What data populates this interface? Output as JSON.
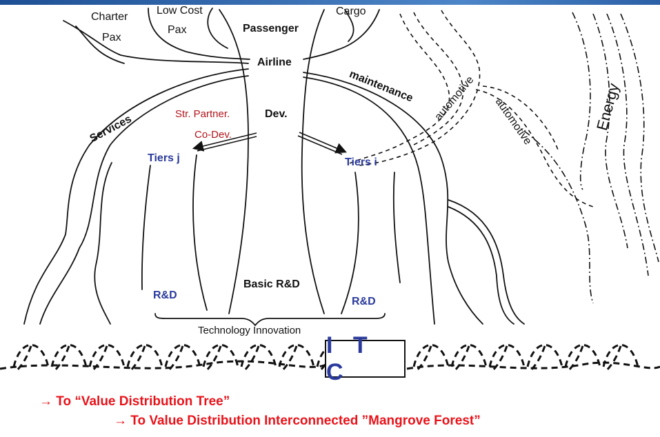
{
  "colors": {
    "accent_red": "#e8131a",
    "label_blue": "#2a3a9c",
    "dark_red": "#b3141b",
    "topbar": "#2b5fa6"
  },
  "labels": {
    "charter": "Charter",
    "pax1": "Pax",
    "lowcost": "Low Cost",
    "pax2": "Pax",
    "cargo": "Cargo",
    "passenger": "Passenger",
    "airline": "Airline",
    "maintenance": "maintenance",
    "automotive1": "automotive",
    "automotive2": "automotive",
    "energy": "Energy",
    "services": "Services",
    "str_partner": "Str. Partner.",
    "co_dev": "Co-Dev.",
    "dev": "Dev.",
    "tiers_j": "Tiers j",
    "tiers_i": "Tiers i",
    "rd_left": "R&D",
    "basic_rd": "Basic R&D",
    "rd_right": "R&D",
    "tech_innovation": "Technology Innovation",
    "itc": "I T C"
  },
  "footer": {
    "line1": "→ To “Value Distribution Tree”",
    "line2": "→ To Value Distribution Interconnected ”Mangrove Forest”"
  }
}
